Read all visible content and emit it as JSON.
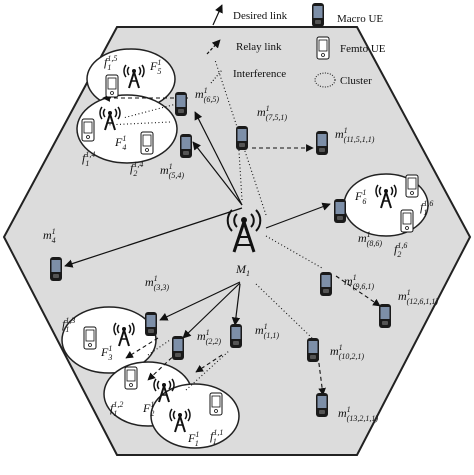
{
  "legend": {
    "desired_link": "Desired link",
    "relay_link": "Relay link",
    "interference": "Interference",
    "macro_ue": "Macro UE",
    "femto_ue": "Femto UE",
    "cluster": "Cluster"
  },
  "macro_bs": {
    "label": "M",
    "sub": "1",
    "icon": "antenna-tower-icon"
  },
  "femto_bs": [
    {
      "sym": "F",
      "sup": "1",
      "sub": "5"
    },
    {
      "sym": "F",
      "sup": "1",
      "sub": "4"
    },
    {
      "sym": "F",
      "sup": "1",
      "sub": "6"
    },
    {
      "sym": "F",
      "sup": "1",
      "sub": "3"
    },
    {
      "sym": "F",
      "sup": "1",
      "sub": "2"
    },
    {
      "sym": "F",
      "sup": "1",
      "sub": "1"
    }
  ],
  "femto_ues": [
    {
      "sym": "f",
      "sup": "1,5",
      "sub": "1"
    },
    {
      "sym": "f",
      "sup": "1,4",
      "sub": "1"
    },
    {
      "sym": "f",
      "sup": "1,4",
      "sub": "2"
    },
    {
      "sym": "f",
      "sup": "1,6",
      "sub": "1"
    },
    {
      "sym": "f",
      "sup": "1,6",
      "sub": "2"
    },
    {
      "sym": "f",
      "sup": "1,3",
      "sub": "1"
    },
    {
      "sym": "f",
      "sup": "1,2",
      "sub": "1"
    },
    {
      "sym": "f",
      "sup": "1,1",
      "sub": "1"
    }
  ],
  "macro_ues": [
    {
      "sym": "m",
      "sup": "1",
      "sub": "(6,5)"
    },
    {
      "sym": "m",
      "sup": "1",
      "sub": "(5,4)"
    },
    {
      "sym": "m",
      "sup": "1",
      "sub": "(7,5,1)"
    },
    {
      "sym": "m",
      "sup": "1",
      "sub": "(11,5,1,1)"
    },
    {
      "sym": "m",
      "sup": "1",
      "sub": "(8,6)"
    },
    {
      "sym": "m",
      "sup": "1",
      "sub": "4"
    },
    {
      "sym": "m",
      "sup": "1",
      "sub": "(3,3)"
    },
    {
      "sym": "m",
      "sup": "1",
      "sub": "(9,6,1)"
    },
    {
      "sym": "m",
      "sup": "1",
      "sub": "(12,6,1,1)"
    },
    {
      "sym": "m",
      "sup": "1",
      "sub": "(2,2)"
    },
    {
      "sym": "m",
      "sup": "1",
      "sub": "(1,1)"
    },
    {
      "sym": "m",
      "sup": "1",
      "sub": "(10,2,1)"
    },
    {
      "sym": "m",
      "sup": "1",
      "sub": "(13,2,1,1)"
    }
  ]
}
